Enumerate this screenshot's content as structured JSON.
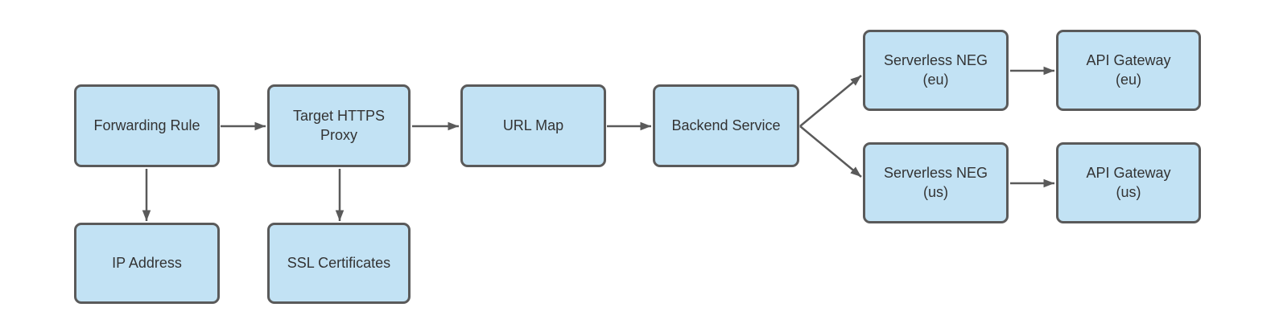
{
  "diagram": {
    "colors": {
      "node_fill": "#c2e2f4",
      "node_border": "#5a5a5a",
      "arrow_color": "#5a5a5a",
      "text_color": "#333333",
      "canvas_bg": "#ffffff"
    },
    "nodes": [
      {
        "id": "forwarding-rule",
        "label": "Forwarding Rule"
      },
      {
        "id": "target-https-proxy",
        "label": "Target HTTPS\nProxy"
      },
      {
        "id": "url-map",
        "label": "URL Map"
      },
      {
        "id": "backend-service",
        "label": "Backend Service"
      },
      {
        "id": "serverless-neg-eu",
        "label": "Serverless NEG\n(eu)"
      },
      {
        "id": "api-gateway-eu",
        "label": "API Gateway\n(eu)"
      },
      {
        "id": "serverless-neg-us",
        "label": "Serverless NEG\n(us)"
      },
      {
        "id": "api-gateway-us",
        "label": "API Gateway\n(us)"
      },
      {
        "id": "ip-address",
        "label": "IP Address"
      },
      {
        "id": "ssl-certificates",
        "label": "SSL Certificates"
      }
    ],
    "edges": [
      {
        "from": "forwarding-rule",
        "to": "target-https-proxy"
      },
      {
        "from": "target-https-proxy",
        "to": "url-map"
      },
      {
        "from": "url-map",
        "to": "backend-service"
      },
      {
        "from": "backend-service",
        "to": "serverless-neg-eu"
      },
      {
        "from": "backend-service",
        "to": "serverless-neg-us"
      },
      {
        "from": "serverless-neg-eu",
        "to": "api-gateway-eu"
      },
      {
        "from": "serverless-neg-us",
        "to": "api-gateway-us"
      },
      {
        "from": "forwarding-rule",
        "to": "ip-address"
      },
      {
        "from": "target-https-proxy",
        "to": "ssl-certificates"
      }
    ]
  }
}
